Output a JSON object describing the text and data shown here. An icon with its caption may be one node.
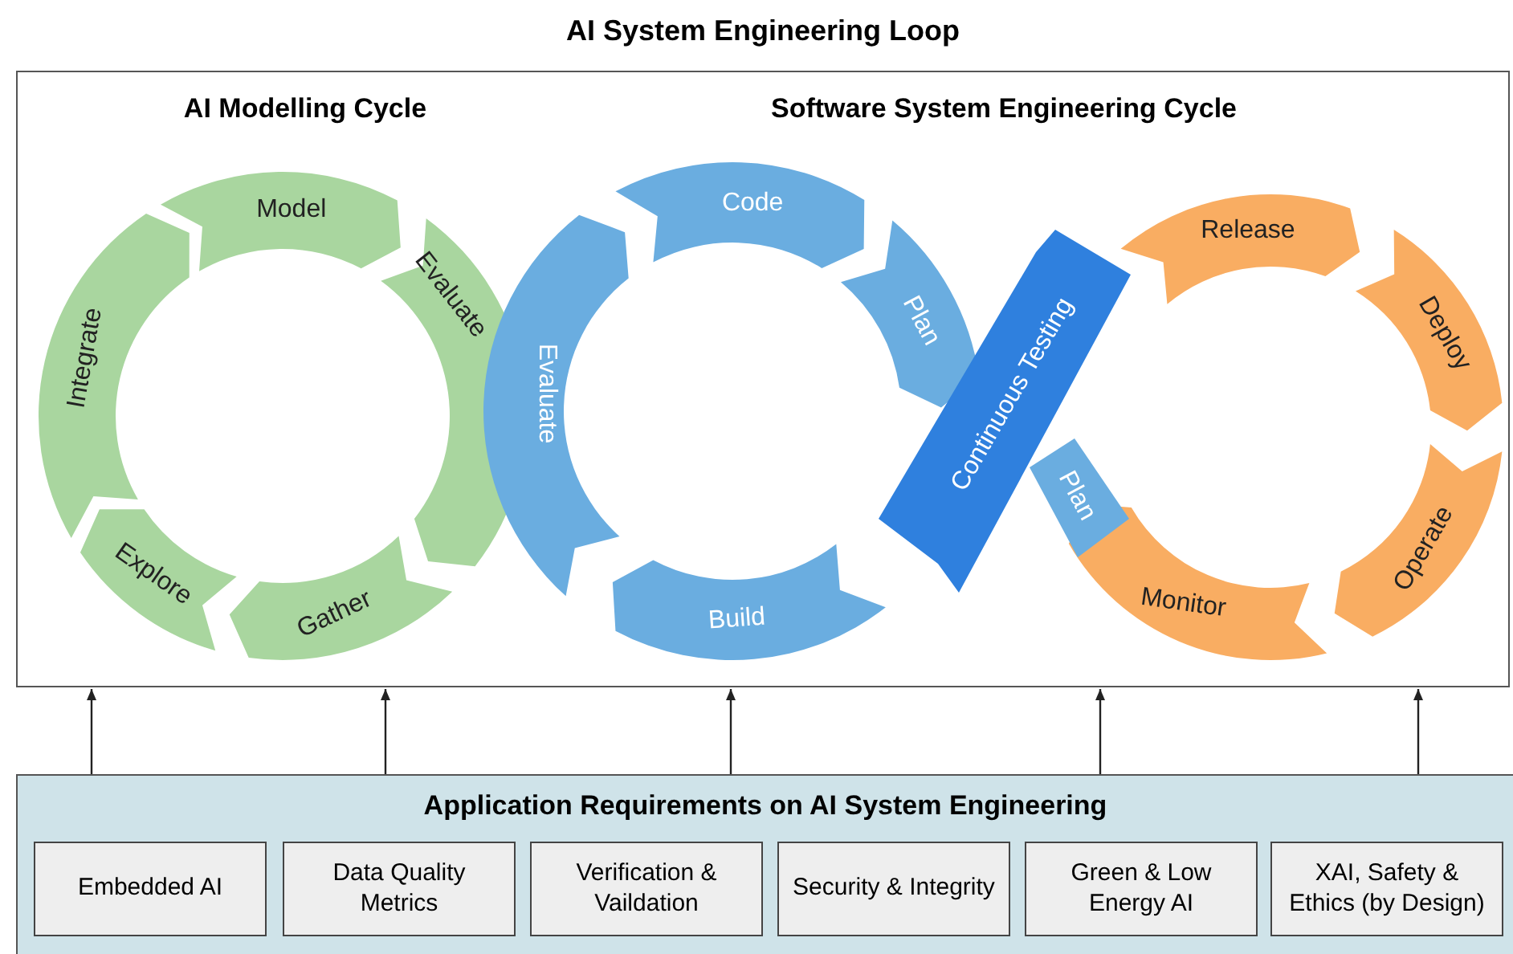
{
  "diagram": {
    "title": "AI System Engineering Loop",
    "nodes": [
      {
        "text": [],
        "shape": "box"
      },
      {
        "text": [
          "Model"
        ],
        "in": 0
      },
      {
        "text": [
          "Evaluate"
        ],
        "in": 0
      },
      {
        "text": [
          "Integrate"
        ],
        "in": 0
      },
      {
        "text": [
          "Explore"
        ],
        "in": 0
      },
      {
        "text": [
          "Gather"
        ],
        "in": 0
      },
      {
        "text": [
          "Code"
        ],
        "in": 0
      },
      {
        "text": [
          "Plan"
        ],
        "in": 0
      },
      {
        "text": [
          "Evaluate"
        ],
        "in": 0
      },
      {
        "text": [
          "Plan"
        ],
        "in": 0
      },
      {
        "text": [
          "Continuous Testing"
        ],
        "in": 0
      },
      {
        "text": [
          "Build"
        ],
        "in": 0
      },
      {
        "text": [
          "Release"
        ],
        "in": 0
      },
      {
        "text": [
          "Deploy"
        ],
        "in": 0
      },
      {
        "text": [
          "Operate"
        ],
        "in": 0
      },
      {
        "text": [
          "Monitor"
        ],
        "in": 0
      },
      {
        "text": [
          "Application Requirements on AI System Engineering"
        ]
      },
      {
        "text": [
          "Embedded AI"
        ],
        "in": 16
      },
      {
        "text": [
          "Data Quality Metrics"
        ],
        "in": 16
      },
      {
        "text": [
          "Verification & Vaildation"
        ],
        "in": 16
      },
      {
        "text": [
          "Security & Integrity"
        ],
        "in": 16
      },
      {
        "text": [
          "Green & Low Energy AI"
        ],
        "in": 16
      },
      {
        "text": [
          "XAI, Safety & Ethics (by Design)"
        ],
        "in": 16
      }
    ],
    "edges": [
      {
        "from": 16,
        "to": 0,
        "arrow": "to"
      },
      {
        "from": 16,
        "to": 0,
        "arrow": "to"
      },
      {
        "from": 16,
        "to": 0,
        "arrow": "to"
      },
      {
        "from": 16,
        "to": 0,
        "arrow": "to"
      },
      {
        "from": 16,
        "to": 0,
        "arrow": "to"
      }
    ],
    "labels": [
      "AI Modelling Cycle",
      "Software System Engineering Cycle"
    ]
  }
}
